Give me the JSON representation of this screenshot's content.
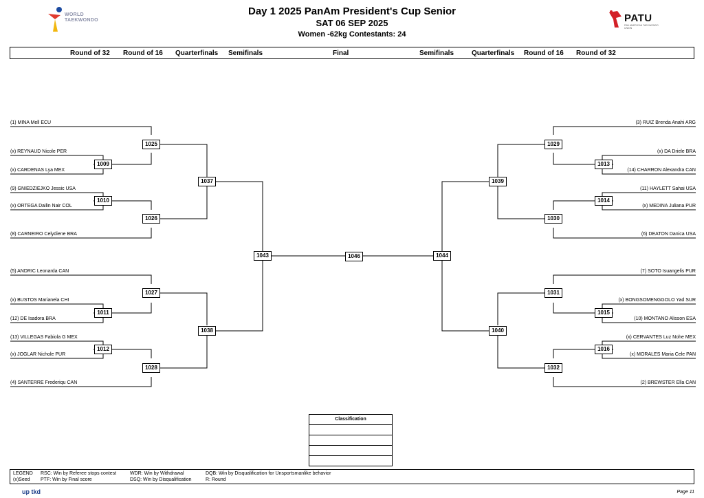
{
  "header": {
    "title": "Day 1 2025 PanAm President's Cup Senior",
    "date": "SAT 06 SEP 2025",
    "category": "Women -62kg  Contestants: 24"
  },
  "logos": {
    "left_line1": "WORLD",
    "left_line2": "TAEKWONDO",
    "right": "PATU",
    "right_sub": "PAN AMERICAN TAEKWONDO UNION",
    "footer": "up tkd"
  },
  "rounds": {
    "left": [
      "Round of 32",
      "Round of 16",
      "Quarterfinals",
      "Semifinals"
    ],
    "center": "Final",
    "right": [
      "Semifinals",
      "Quarterfinals",
      "Round of 16",
      "Round of 32"
    ]
  },
  "athletes_left": [
    "(1) MINA Mell ECU",
    "(x) REYNAUD Nicole PER",
    "(x) CARDENAS Lya MEX",
    "(9) GNIEDZIEJKO Jessic USA",
    "(x) ORTEGA Dailin Nair COL",
    "(8) CARNEIRO Celydiene BRA",
    "(5) ANDRIC Leonarda CAN",
    "(x) BUSTOS Marianela CHI",
    "(12) DE Isadora BRA",
    "(13) VILLEGAS Fabiola G MEX",
    "(x) JOGLAR Nichole PUR",
    "(4) SANTERRE Frederiqu CAN"
  ],
  "athletes_right": [
    "(3) RUIZ Brenda Anahi ARG",
    "(x) DA Driele BRA",
    "(14) CHARRON Alexandra CAN",
    "(11) HAYLETT Sahai USA",
    "(x) MEDINA Juliana PUR",
    "(6) DEATON Danica USA",
    "(7) SOTO Isuangelis PUR",
    "(x) BONGSOMENGGOLO Yad SUR",
    "(10) MONTANO Alisson ESA",
    "(x) CERVANTES Luz Nohe MEX",
    "(x) MORALES Maria Cele PAN",
    "(2) BREWSTER Ella CAN"
  ],
  "matches": {
    "r32_left": [
      "1009",
      "1010",
      "1011",
      "1012"
    ],
    "r16_left": [
      "1025",
      "1026",
      "1027",
      "1028"
    ],
    "qf_left": [
      "1037",
      "1038"
    ],
    "sf_left": "1043",
    "final": "1046",
    "sf_right": "1044",
    "qf_right": [
      "1039",
      "1040"
    ],
    "r16_right": [
      "1029",
      "1030",
      "1031",
      "1032"
    ],
    "r32_right": [
      "1013",
      "1014",
      "1015",
      "1016"
    ]
  },
  "classification": {
    "title": "Classification",
    "rows": 4
  },
  "legend": {
    "legend": "LEGEND",
    "seed": "(x)Seed",
    "rsc": "RSC: Win by Referee stops contest",
    "ptf": "PTF: Win by Final score",
    "wdr": "WDR: Win by Withdrawal",
    "dsq": "DSQ: Win by Disqualification",
    "dqb": "DQB: Win by Disqualification for Unsportsmanlike behavior",
    "r": "R: Round"
  },
  "page": "Page 11",
  "colors": {
    "wt_red": "#e03a2f",
    "wt_blue": "#1b4aa0",
    "wt_yellow": "#f2b70f",
    "patu_red": "#d32027"
  }
}
